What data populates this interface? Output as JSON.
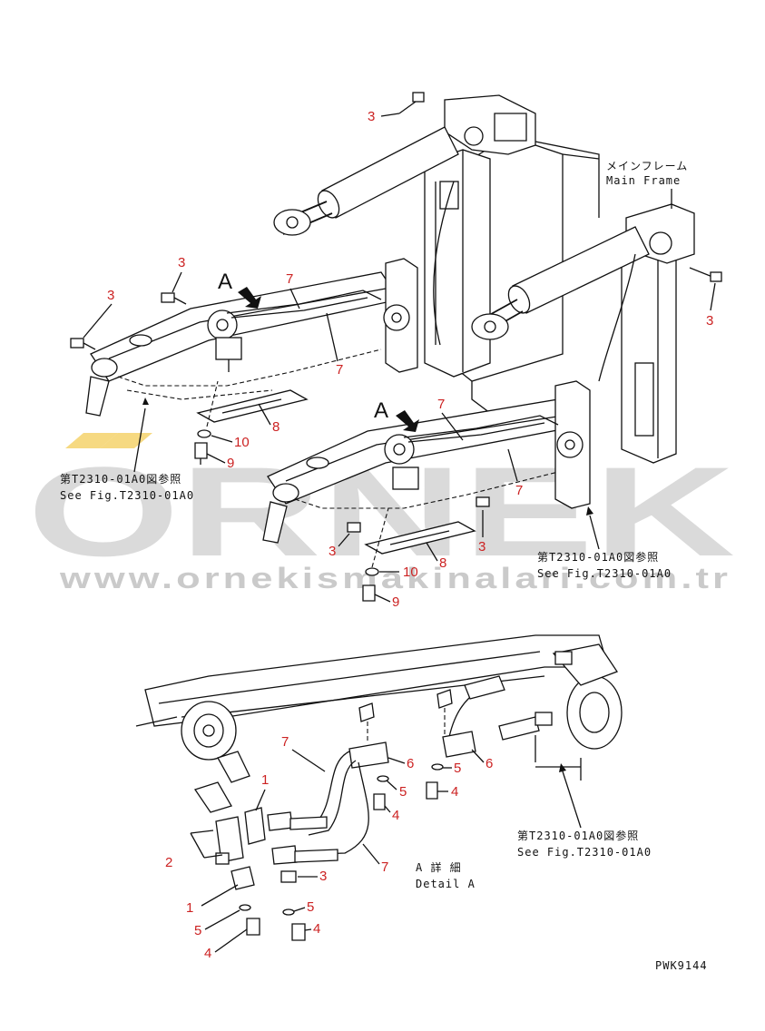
{
  "watermark": {
    "brand": "ORNEK",
    "url": "www.ornekismakinalari.com.tr",
    "accent_color": "#f2c94c"
  },
  "labels": {
    "main_frame_jp": "メインフレーム",
    "main_frame_en": "Main Frame",
    "view_letter": "A",
    "see_fig_jp": "第T2310-01A0図参照",
    "see_fig_en": "See Fig.T2310-01A0",
    "detail_jp": "A 詳 細",
    "detail_en": "Detail A",
    "drawing_code": "PWK9144"
  },
  "callouts": {
    "p1": "1",
    "p2": "2",
    "p3": "3",
    "p4": "4",
    "p5": "5",
    "p6": "6",
    "p7": "7",
    "p8": "8",
    "p9": "9",
    "p10": "10"
  }
}
